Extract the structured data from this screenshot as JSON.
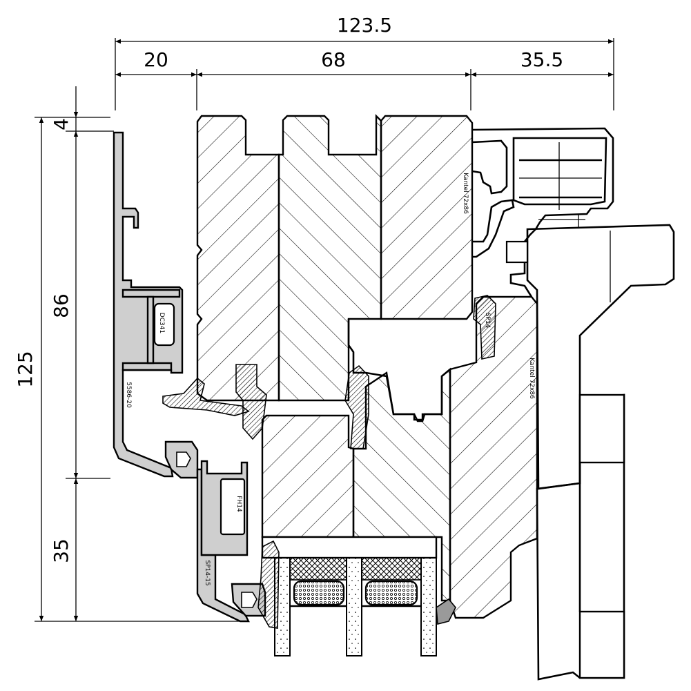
{
  "dimensions": {
    "overall_width": "123.5",
    "left_width": "20",
    "middle_width": "68",
    "right_width": "35.5",
    "overall_height": "125",
    "top_offset": "4",
    "upper_height": "86",
    "lower_height": "35"
  },
  "part_labels": {
    "frame_section": "Kantel 72x86",
    "sash_section": "Kantel 72x86",
    "cladding_profile": "5586-20",
    "clip_profile": "DC341",
    "glazing_bead_profile": "FH14",
    "drip_profile": "SP14-15",
    "seal_label": "SP14"
  },
  "colors": {
    "line": "#000000",
    "aluminium_fill": "#cfcfcf",
    "gasket_fill": "#9a9a9a",
    "background": "#ffffff"
  }
}
